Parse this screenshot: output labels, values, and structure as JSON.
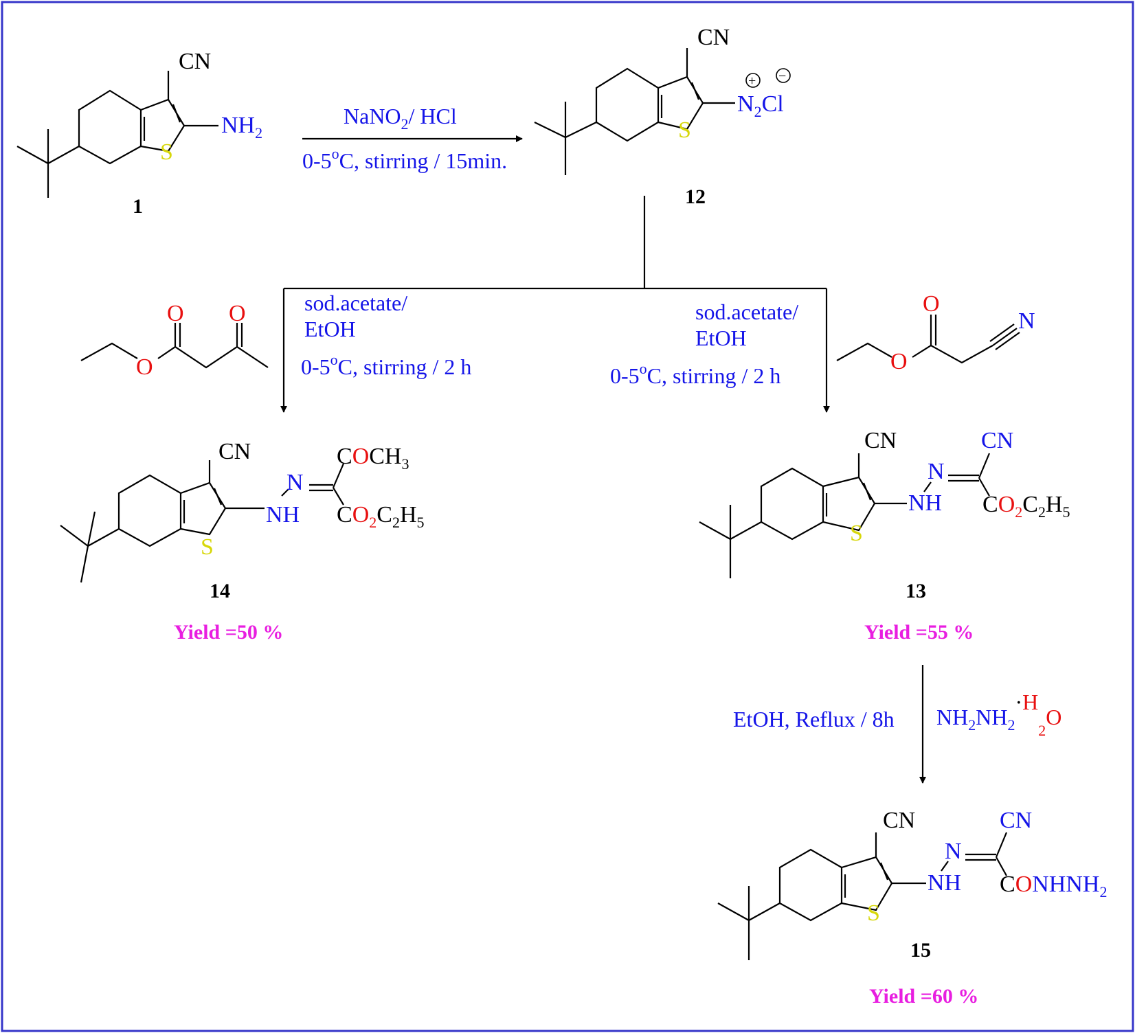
{
  "colors": {
    "border": "#3535c9",
    "reagent": "#1515e8",
    "oxygen": "#e81010",
    "sulfur": "#d7d70a",
    "nitrogen": "#1515e8",
    "yield": "#e81ee0",
    "bond": "#000000"
  },
  "compounds": {
    "c1": {
      "number": "1",
      "cn": "CN",
      "nh2": "NH",
      "nh2_sub": "2",
      "s": "S"
    },
    "c12": {
      "number": "12",
      "cn": "CN",
      "n": "N",
      "n_sub": "2",
      "cl": "Cl",
      "plus": "+",
      "minus": "−",
      "s": "S"
    },
    "c14": {
      "number": "14",
      "yield": "Yield =50 %",
      "cn": "CN",
      "n": "N",
      "nh": "NH",
      "s": "S",
      "coch3_c": "C",
      "coch3_o": "O",
      "coch3_rest": "CH",
      "coch3_sub": "3",
      "ester_c": "C",
      "ester_o": "O",
      "ester_o_sub": "2",
      "ester_c2": "C",
      "ester_c2_sub": "2",
      "ester_h": "H",
      "ester_h_sub": "5"
    },
    "c13": {
      "number": "13",
      "yield": "Yield =55 %",
      "cn1": "CN",
      "cn2": "CN",
      "n": "N",
      "nh": "NH",
      "s": "S",
      "ester_c": "C",
      "ester_o": "O",
      "ester_o_sub": "2",
      "ester_c2": "C",
      "ester_c2_sub": "2",
      "ester_h": "H",
      "ester_h_sub": "5"
    },
    "c15": {
      "number": "15",
      "yield": "Yield =60 %",
      "cn1": "CN",
      "cn2": "CN",
      "n": "N",
      "nh": "NH",
      "s": "S",
      "con_c": "C",
      "con_o": "O",
      "con_rest": "NHNH",
      "con_sub": "2"
    }
  },
  "reagents": {
    "step1_top": "NaNO",
    "step1_top_sub": "2",
    "step1_top_rest": "/ HCl",
    "step1_bottom_a": "0-5",
    "step1_bottom_deg": "o",
    "step1_bottom_b": "C, stirring / 15min.",
    "left_line1": "sod.acetate/",
    "left_line2": "EtOH",
    "left_line3_a": "0-5",
    "left_line3_deg": "o",
    "left_line3_b": "C, stirring / 2 h",
    "right_line1": "sod.acetate/",
    "right_line2": "EtOH",
    "right_line3_a": "0-5",
    "right_line3_deg": "o",
    "right_line3_b": "C, stirring / 2 h",
    "acetoacetate_o1": "O",
    "acetoacetate_o2": "O",
    "acetoacetate_o3": "O",
    "cyanoacetate_o1": "O",
    "cyanoacetate_o2": "O",
    "cyanoacetate_n": "N",
    "step3_left": "EtOH, Reflux / 8h",
    "step3_right_a": "NH",
    "step3_right_sub1": "2",
    "step3_right_b": "NH",
    "step3_right_sub2": "2",
    "step3_right_dot": "·",
    "step3_right_h": "H",
    "step3_right_sub3": "2",
    "step3_right_o": "O"
  }
}
